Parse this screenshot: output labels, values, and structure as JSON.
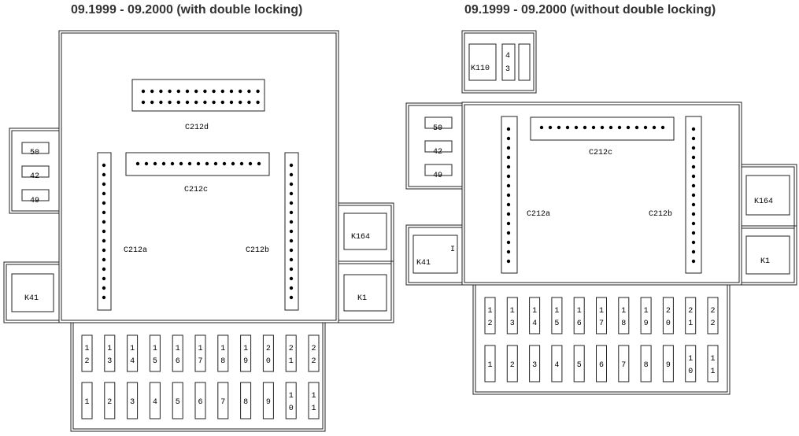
{
  "diagrams": {
    "left": {
      "title": "09.1999 - 09.2000 (with double locking)",
      "labels": {
        "c212d": "C212d",
        "c212c": "C212c",
        "c212a": "C212a",
        "c212b": "C212b",
        "k164": "K164",
        "k1": "K1",
        "k41": "K41",
        "relay_top": "50",
        "relay_mid": "42",
        "relay_bot": "49"
      },
      "fuses_top_row": [
        "12",
        "13",
        "14",
        "15",
        "16",
        "17",
        "18",
        "19",
        "20",
        "21",
        "22"
      ],
      "fuses_bottom_row": [
        "1",
        "2",
        "3",
        "4",
        "5",
        "6",
        "7",
        "8",
        "9",
        "10",
        "11"
      ]
    },
    "right": {
      "title": "09.1999 - 09.2000 (without double locking)",
      "labels": {
        "k110": "K110",
        "k110_side": "43",
        "c212c": "C212c",
        "c212a": "C212a",
        "c212b": "C212b",
        "k164": "K164",
        "k1": "K1",
        "k41": "K41",
        "k41_mark": "I",
        "relay_top": "50",
        "relay_mid": "42",
        "relay_bot": "49"
      },
      "fuses_top_row": [
        "12",
        "13",
        "14",
        "15",
        "16",
        "17",
        "18",
        "19",
        "20",
        "21",
        "22"
      ],
      "fuses_bottom_row": [
        "1",
        "2",
        "3",
        "4",
        "5",
        "6",
        "7",
        "8",
        "9",
        "10",
        "11"
      ]
    }
  }
}
